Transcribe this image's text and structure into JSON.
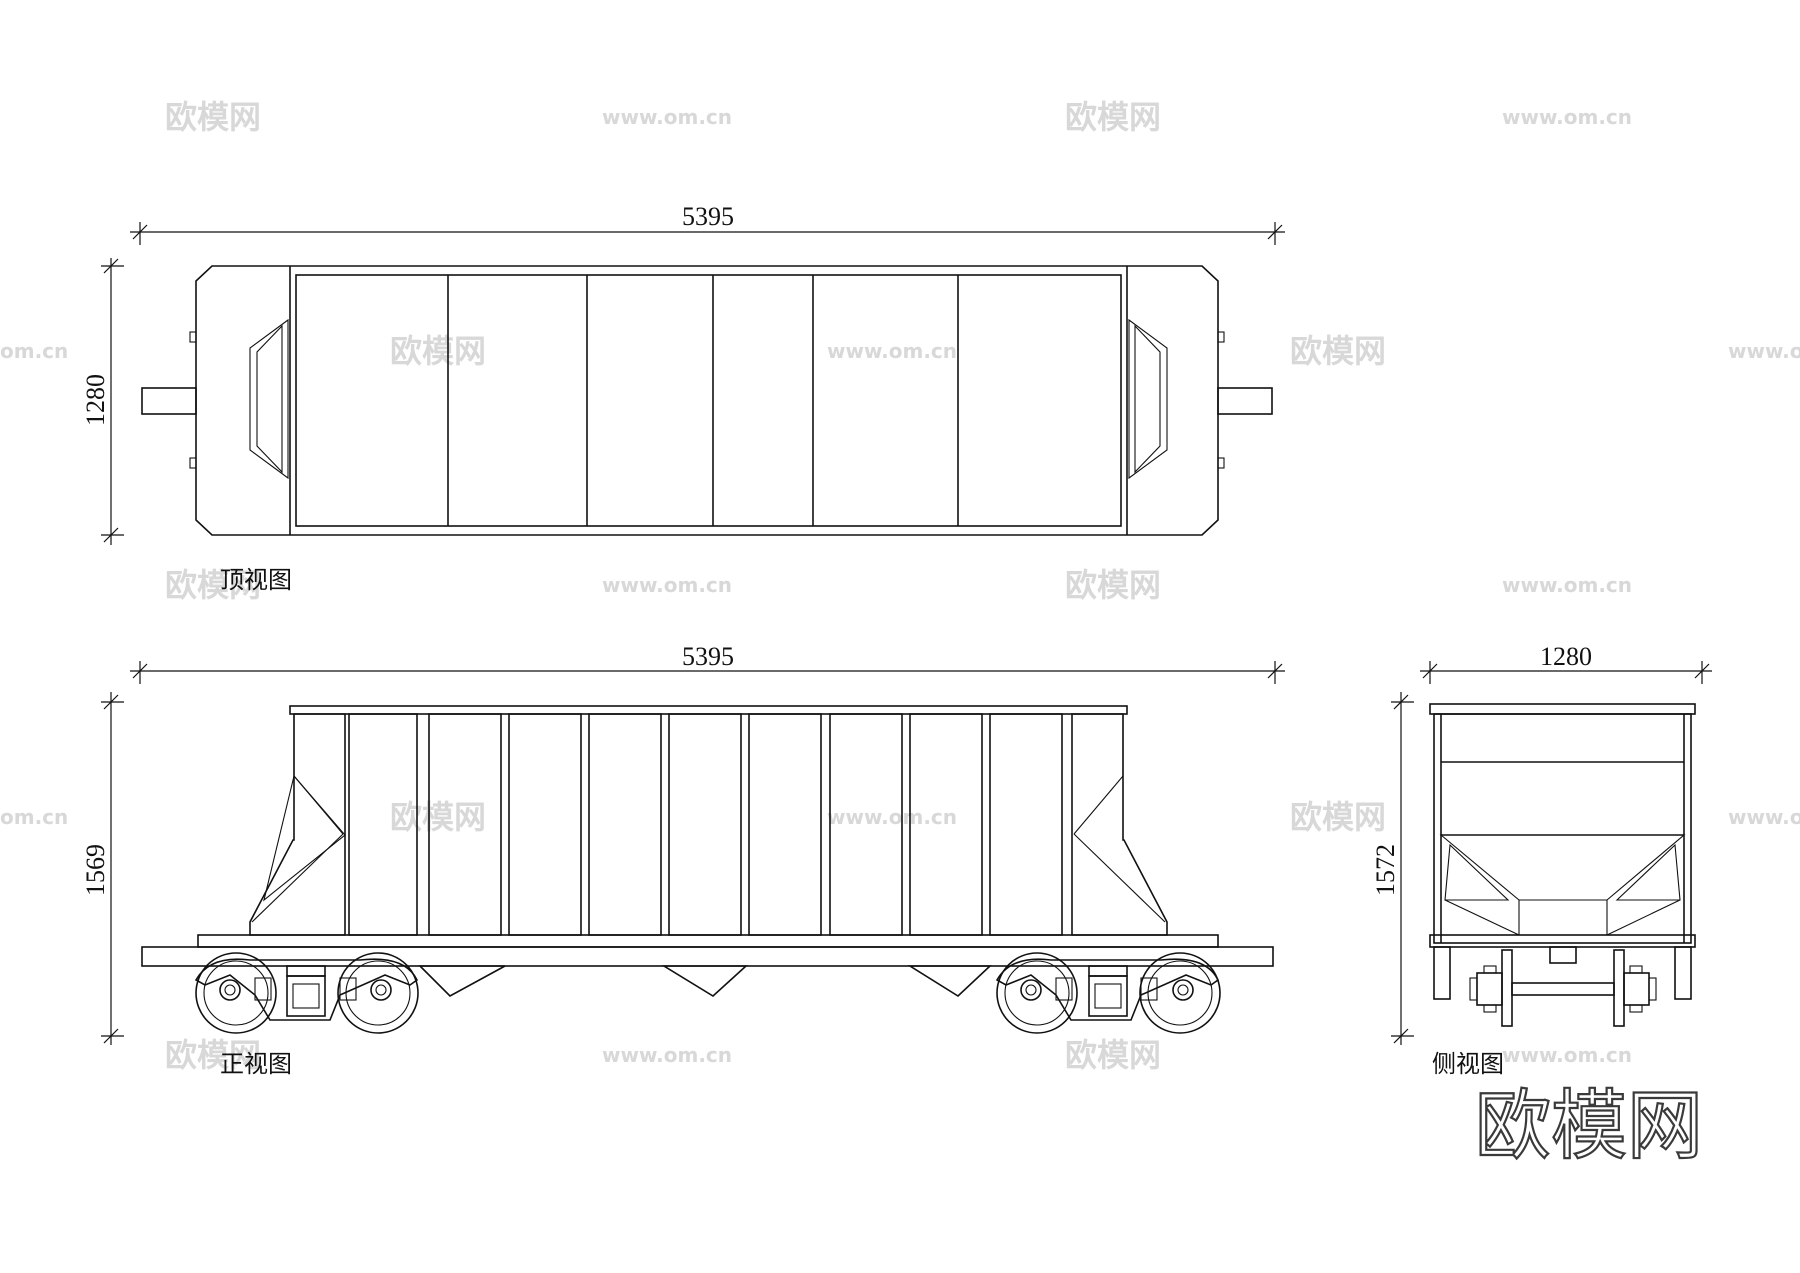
{
  "dimensions": {
    "top_length": "5395",
    "top_width": "1280",
    "front_length": "5395",
    "front_height": "1569",
    "side_width": "1280",
    "side_height": "1572"
  },
  "captions": {
    "top_view": "顶视图",
    "front_view": "正视图",
    "side_view": "侧视图"
  },
  "watermark": {
    "brand": "欧模网",
    "url": "www.om.cn",
    "url_fragment": "om.cn"
  },
  "colors": {
    "line": "#111111",
    "watermark": "#d8d8d8"
  }
}
